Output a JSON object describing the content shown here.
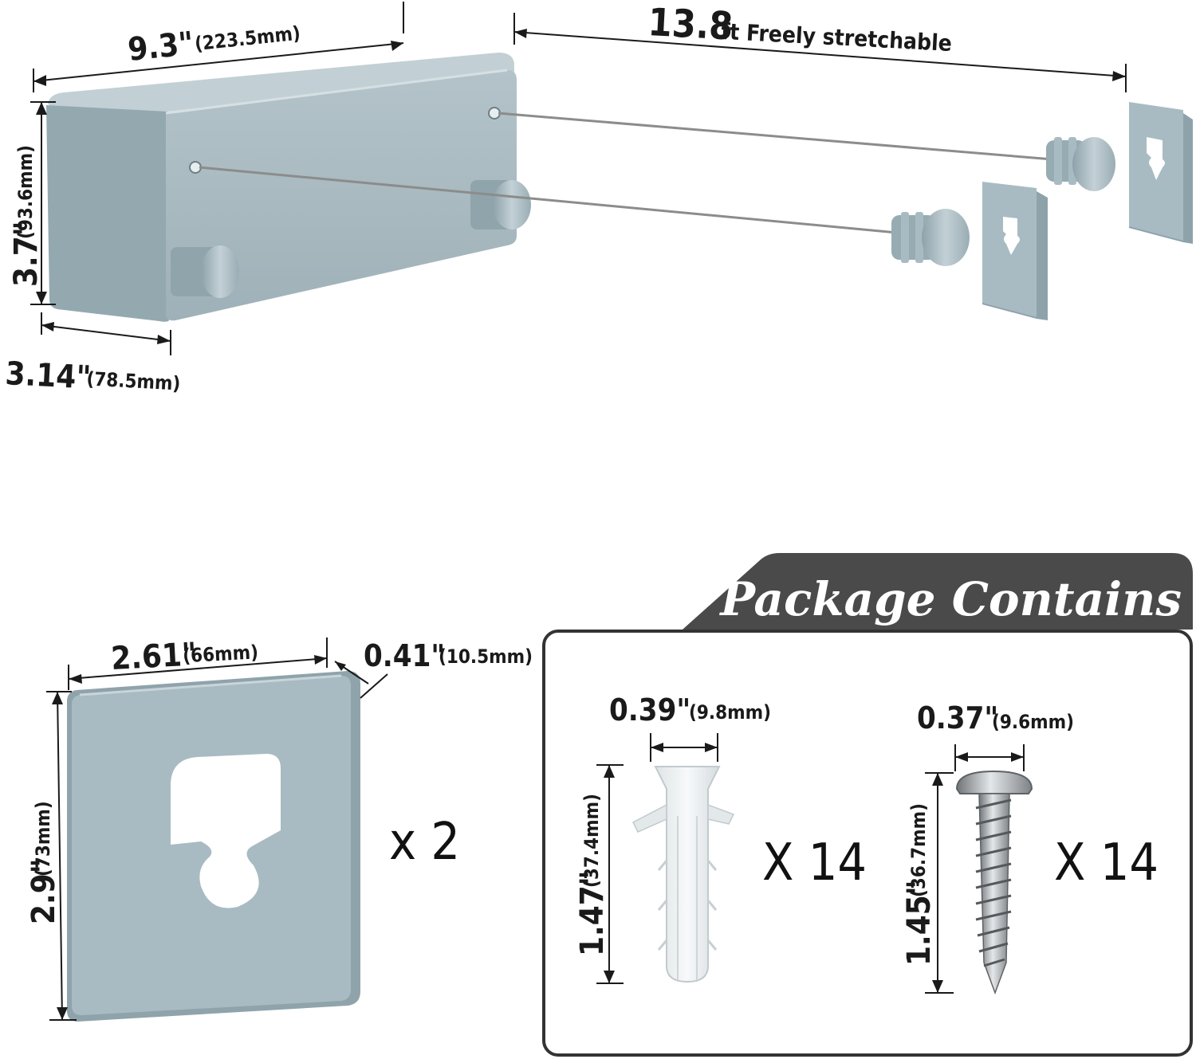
{
  "colors": {
    "housing_face": "#a7b8bf",
    "housing_top": "#bccbd1",
    "housing_side": "#8fa3ab",
    "dark_label_bg": "#4a4a4a",
    "box_border": "#333333"
  },
  "main_unit": {
    "width_in": "9.3\"",
    "width_mm": "(223.5mm)",
    "stretch_value": "13.8",
    "stretch_text": "ft Freely stretchable",
    "height_in": "3.7\"",
    "height_mm": "(93.6mm)",
    "depth_in": "3.14\"",
    "depth_mm": "(78.5mm)"
  },
  "plate": {
    "width_in": "2.61\"",
    "width_mm": "(66mm)",
    "thickness_in": "0.41\"",
    "thickness_mm": "(10.5mm)",
    "height_in": "2.9\"",
    "height_mm": "(73mm)",
    "quantity": "x 2"
  },
  "package": {
    "title": "The Package Contains",
    "anchor": {
      "width_in": "0.39\"",
      "width_mm": "(9.8mm)",
      "length_in": "1.47\"",
      "length_mm": "(37.4mm)",
      "quantity": "X 14"
    },
    "screw": {
      "width_in": "0.37\"",
      "width_mm": "(9.6mm)",
      "length_in": "1.45\"",
      "length_mm": "(36.7mm)",
      "quantity": "X 14"
    }
  }
}
